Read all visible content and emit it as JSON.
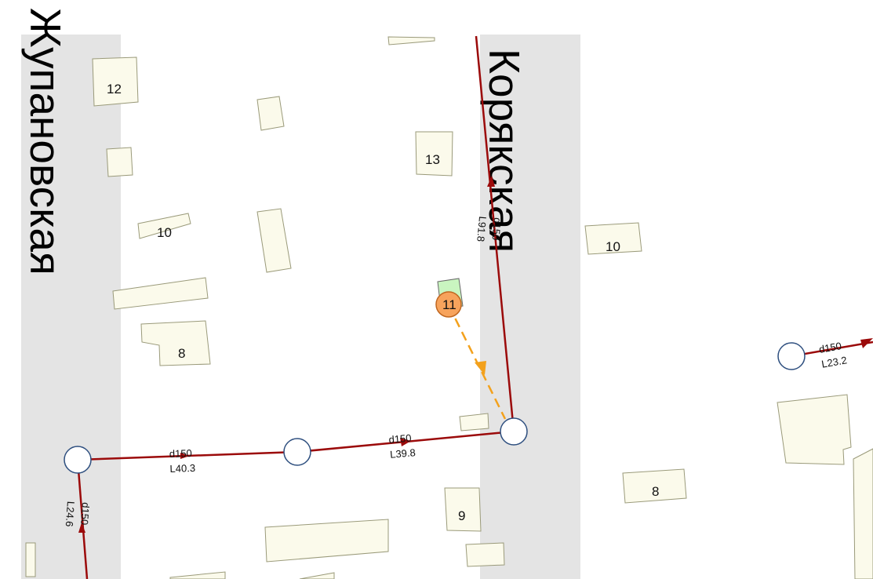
{
  "colors": {
    "road_fill": "#e4e4e4",
    "building_fill": "#fbfaeb",
    "building_stroke": "#9a9a7a",
    "pipe": "#9b0a0a",
    "well_fill": "#ffffff",
    "well_stroke": "#2e4f7f",
    "connection_line": "#f3a11c",
    "consumer_fill": "#f7a35c",
    "consumer_stroke": "#c0661f",
    "meter_fill": "#c9f5c0"
  },
  "streets": {
    "left": "Жупановская",
    "right": "Корякская"
  },
  "buildings": {
    "b12": "12",
    "b13": "13",
    "b10_left": "10",
    "b10_right": "10",
    "b8_left": "8",
    "b8_right": "8",
    "b9": "9"
  },
  "consumer": {
    "label": "11",
    "icon": "consumer-circle-icon"
  },
  "pipes": {
    "p_left_horizontal": {
      "d": "d150",
      "l": "L40.3"
    },
    "p_mid_horizontal": {
      "d": "d150",
      "l": "L39.8"
    },
    "p_left_vertical": {
      "d": "d150",
      "l": "L24.6"
    },
    "p_right_vertical": {
      "d": "d150",
      "l": "L91.8"
    },
    "p_far_right": {
      "d": "d150",
      "l": "L23.2"
    }
  },
  "icons": {
    "well": "well-circle-icon",
    "flow_arrow": "flow-arrow-icon"
  }
}
